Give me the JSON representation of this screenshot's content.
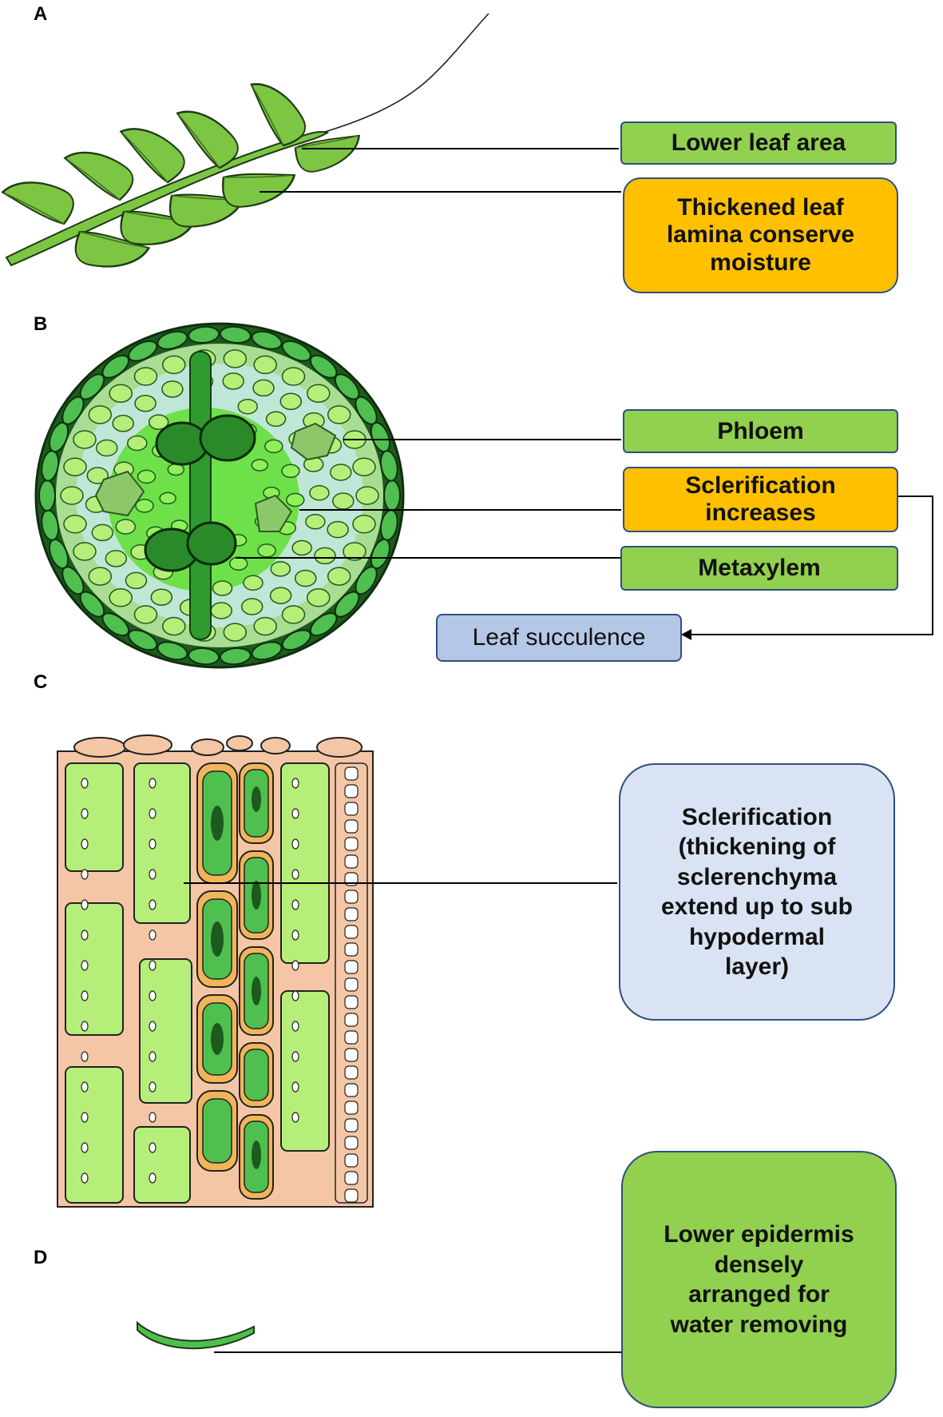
{
  "panels": {
    "a": {
      "letter": "A",
      "labels": {
        "lower_leaf_area": "Lower leaf area",
        "thickened_lamina": "Thickened leaf\nlamina conserve\nmoisture"
      }
    },
    "b": {
      "letter": "B",
      "labels": {
        "phloem": "Phloem",
        "sclerification": "Sclerification\nincreases",
        "metaxylem": "Metaxylem",
        "leaf_succulence": "Leaf succulence"
      }
    },
    "c": {
      "letter": "C",
      "labels": {
        "sclerification_detail": "Sclerification\n(thickening of\nsclerenchyma\nextend up to sub\nhypodermal\nlayer)"
      }
    },
    "d": {
      "letter": "D",
      "labels": {
        "lower_epidermis": "Lower epidermis\ndensely\narranged for\nwater removing"
      }
    }
  },
  "colors": {
    "green_box": "#92d050",
    "orange_box": "#ffc000",
    "blue_box": "#b4c7e7",
    "lightblue_box": "#dae3f3",
    "box_border": "#2f4f7f",
    "leaf_green": "#7cc644",
    "dark_green": "#1e5a1e",
    "cell_light": "#b6ee7a",
    "tissue_salmon": "#f4c6a6",
    "cell_orange": "#f2b45a"
  }
}
